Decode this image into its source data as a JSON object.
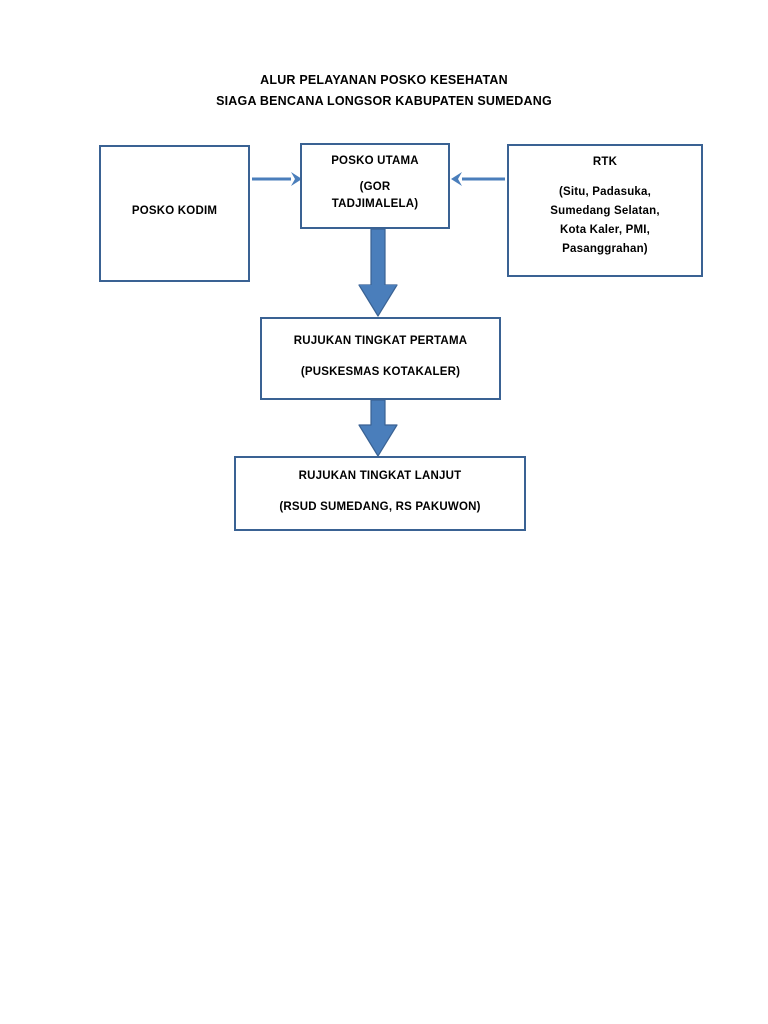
{
  "document": {
    "title_lines": [
      "ALUR PELAYANAN POSKO KESEHATAN",
      "SIAGA BENCANA LONGSOR KABUPATEN SUMEDANG"
    ]
  },
  "colors": {
    "box_border": "#3A6293",
    "arrow_fill": "#4A7EBB",
    "arrow_stroke": "#3A6293",
    "text": "#000000",
    "background": "#FFFFFF"
  },
  "nodes": {
    "kodim": {
      "lines": [
        "POSKO KODIM"
      ]
    },
    "utama": {
      "lines": [
        "POSKO UTAMA",
        "(GOR",
        "TADJIMALELA)"
      ]
    },
    "rtk": {
      "title": "RTK",
      "lines": [
        "(Situ, Padasuka,",
        "Sumedang Selatan,",
        "Kota Kaler, PMI,",
        "Pasanggrahan)"
      ]
    },
    "pertama": {
      "lines": [
        "RUJUKAN TINGKAT PERTAMA",
        "(PUSKESMAS KOTAKALER)"
      ]
    },
    "lanjut": {
      "lines": [
        "RUJUKAN TINGKAT LANJUT",
        "(RSUD SUMEDANG, RS PAKUWON)"
      ]
    }
  },
  "connectors": [
    {
      "name": "kodim-to-utama",
      "style": "thin-arrow",
      "direction": "right"
    },
    {
      "name": "rtk-to-utama",
      "style": "thin-arrow",
      "direction": "left"
    },
    {
      "name": "utama-to-pertama",
      "style": "block-arrow",
      "direction": "down"
    },
    {
      "name": "pertama-to-lanjut",
      "style": "block-arrow",
      "direction": "down"
    }
  ],
  "chart_data": {
    "type": "table",
    "title": "ALUR PELAYANAN POSKO KESEHATAN SIAGA BENCANA LONGSOR KABUPATEN SUMEDANG",
    "nodes": [
      "POSKO KODIM",
      "POSKO UTAMA (GOR TADJIMALELA)",
      "RTK (Situ, Padasuka, Sumedang Selatan, Kota Kaler, PMI, Pasanggrahan)",
      "RUJUKAN TINGKAT PERTAMA (PUSKESMAS KOTAKALER)",
      "RUJUKAN TINGKAT LANJUT (RSUD SUMEDANG, RS PAKUWON)"
    ],
    "edges": [
      {
        "from": "POSKO KODIM",
        "to": "POSKO UTAMA (GOR TADJIMALELA)"
      },
      {
        "from": "RTK (Situ, Padasuka, Sumedang Selatan, Kota Kaler, PMI, Pasanggrahan)",
        "to": "POSKO UTAMA (GOR TADJIMALELA)"
      },
      {
        "from": "POSKO UTAMA (GOR TADJIMALELA)",
        "to": "RUJUKAN TINGKAT PERTAMA (PUSKESMAS KOTAKALER)"
      },
      {
        "from": "RUJUKAN TINGKAT PERTAMA (PUSKESMAS KOTAKALER)",
        "to": "RUJUKAN TINGKAT LANJUT (RSUD SUMEDANG, RS PAKUWON)"
      }
    ]
  }
}
